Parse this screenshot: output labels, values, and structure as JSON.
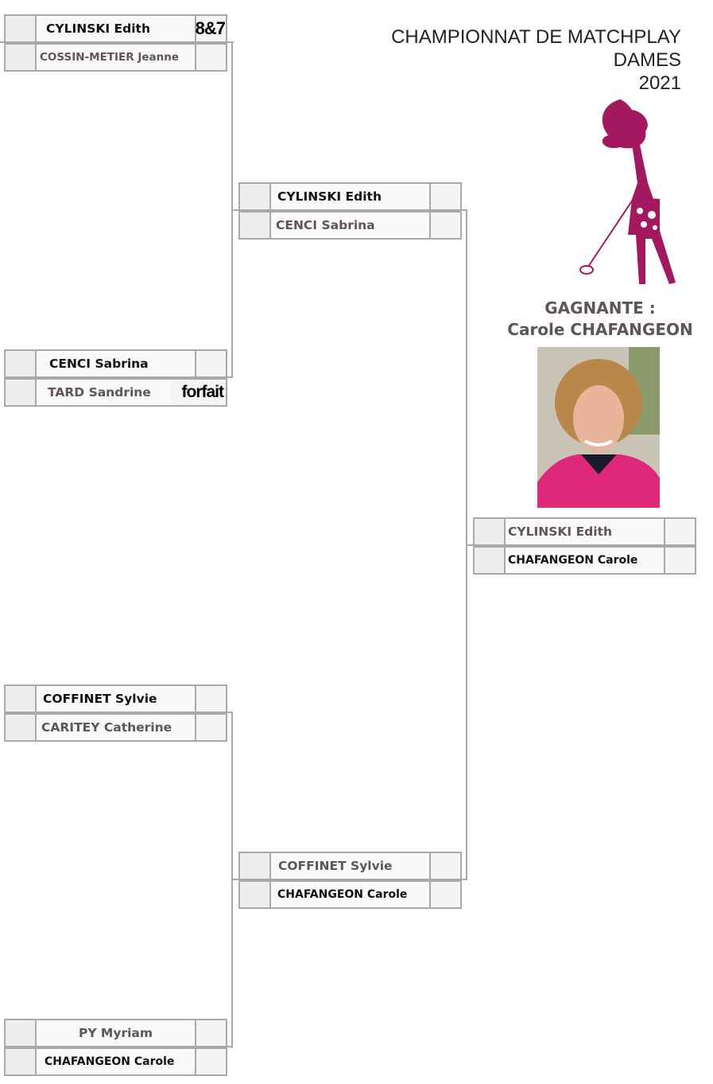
{
  "title": {
    "line1": "CHAMPIONNAT DE MATCHPLAY",
    "line2": "DAMES",
    "line3": "2021"
  },
  "winner": {
    "label": "GAGNANTE :",
    "name": "Carole CHAFANGEON"
  },
  "round1": [
    {
      "top": {
        "name": "CYLINSKI Edith",
        "score": "8&7"
      },
      "bottom": {
        "name": "COSSIN-METIER Jeanne",
        "score": ""
      }
    },
    {
      "top": {
        "name": "CENCI Sabrina",
        "score": ""
      },
      "bottom": {
        "name": "TARD Sandrine",
        "score": "forfait"
      }
    },
    {
      "top": {
        "name": "COFFINET Sylvie",
        "score": ""
      },
      "bottom": {
        "name": "CARITEY Catherine",
        "score": ""
      }
    },
    {
      "top": {
        "name": "PY Myriam",
        "score": ""
      },
      "bottom": {
        "name": "CHAFANGEON Carole",
        "score": ""
      }
    }
  ],
  "round2": [
    {
      "top": {
        "name": "CYLINSKI Edith",
        "score": ""
      },
      "bottom": {
        "name": "CENCI Sabrina",
        "score": ""
      }
    },
    {
      "top": {
        "name": "COFFINET Sylvie",
        "score": ""
      },
      "bottom": {
        "name": "CHAFANGEON Carole",
        "score": ""
      }
    }
  ],
  "final": {
    "top": {
      "name": "CYLINSKI Edith",
      "score": ""
    },
    "bottom": {
      "name": "CHAFANGEON Carole",
      "score": ""
    }
  },
  "colors": {
    "logo": "#a3185f",
    "shirt": "#e0287a"
  }
}
